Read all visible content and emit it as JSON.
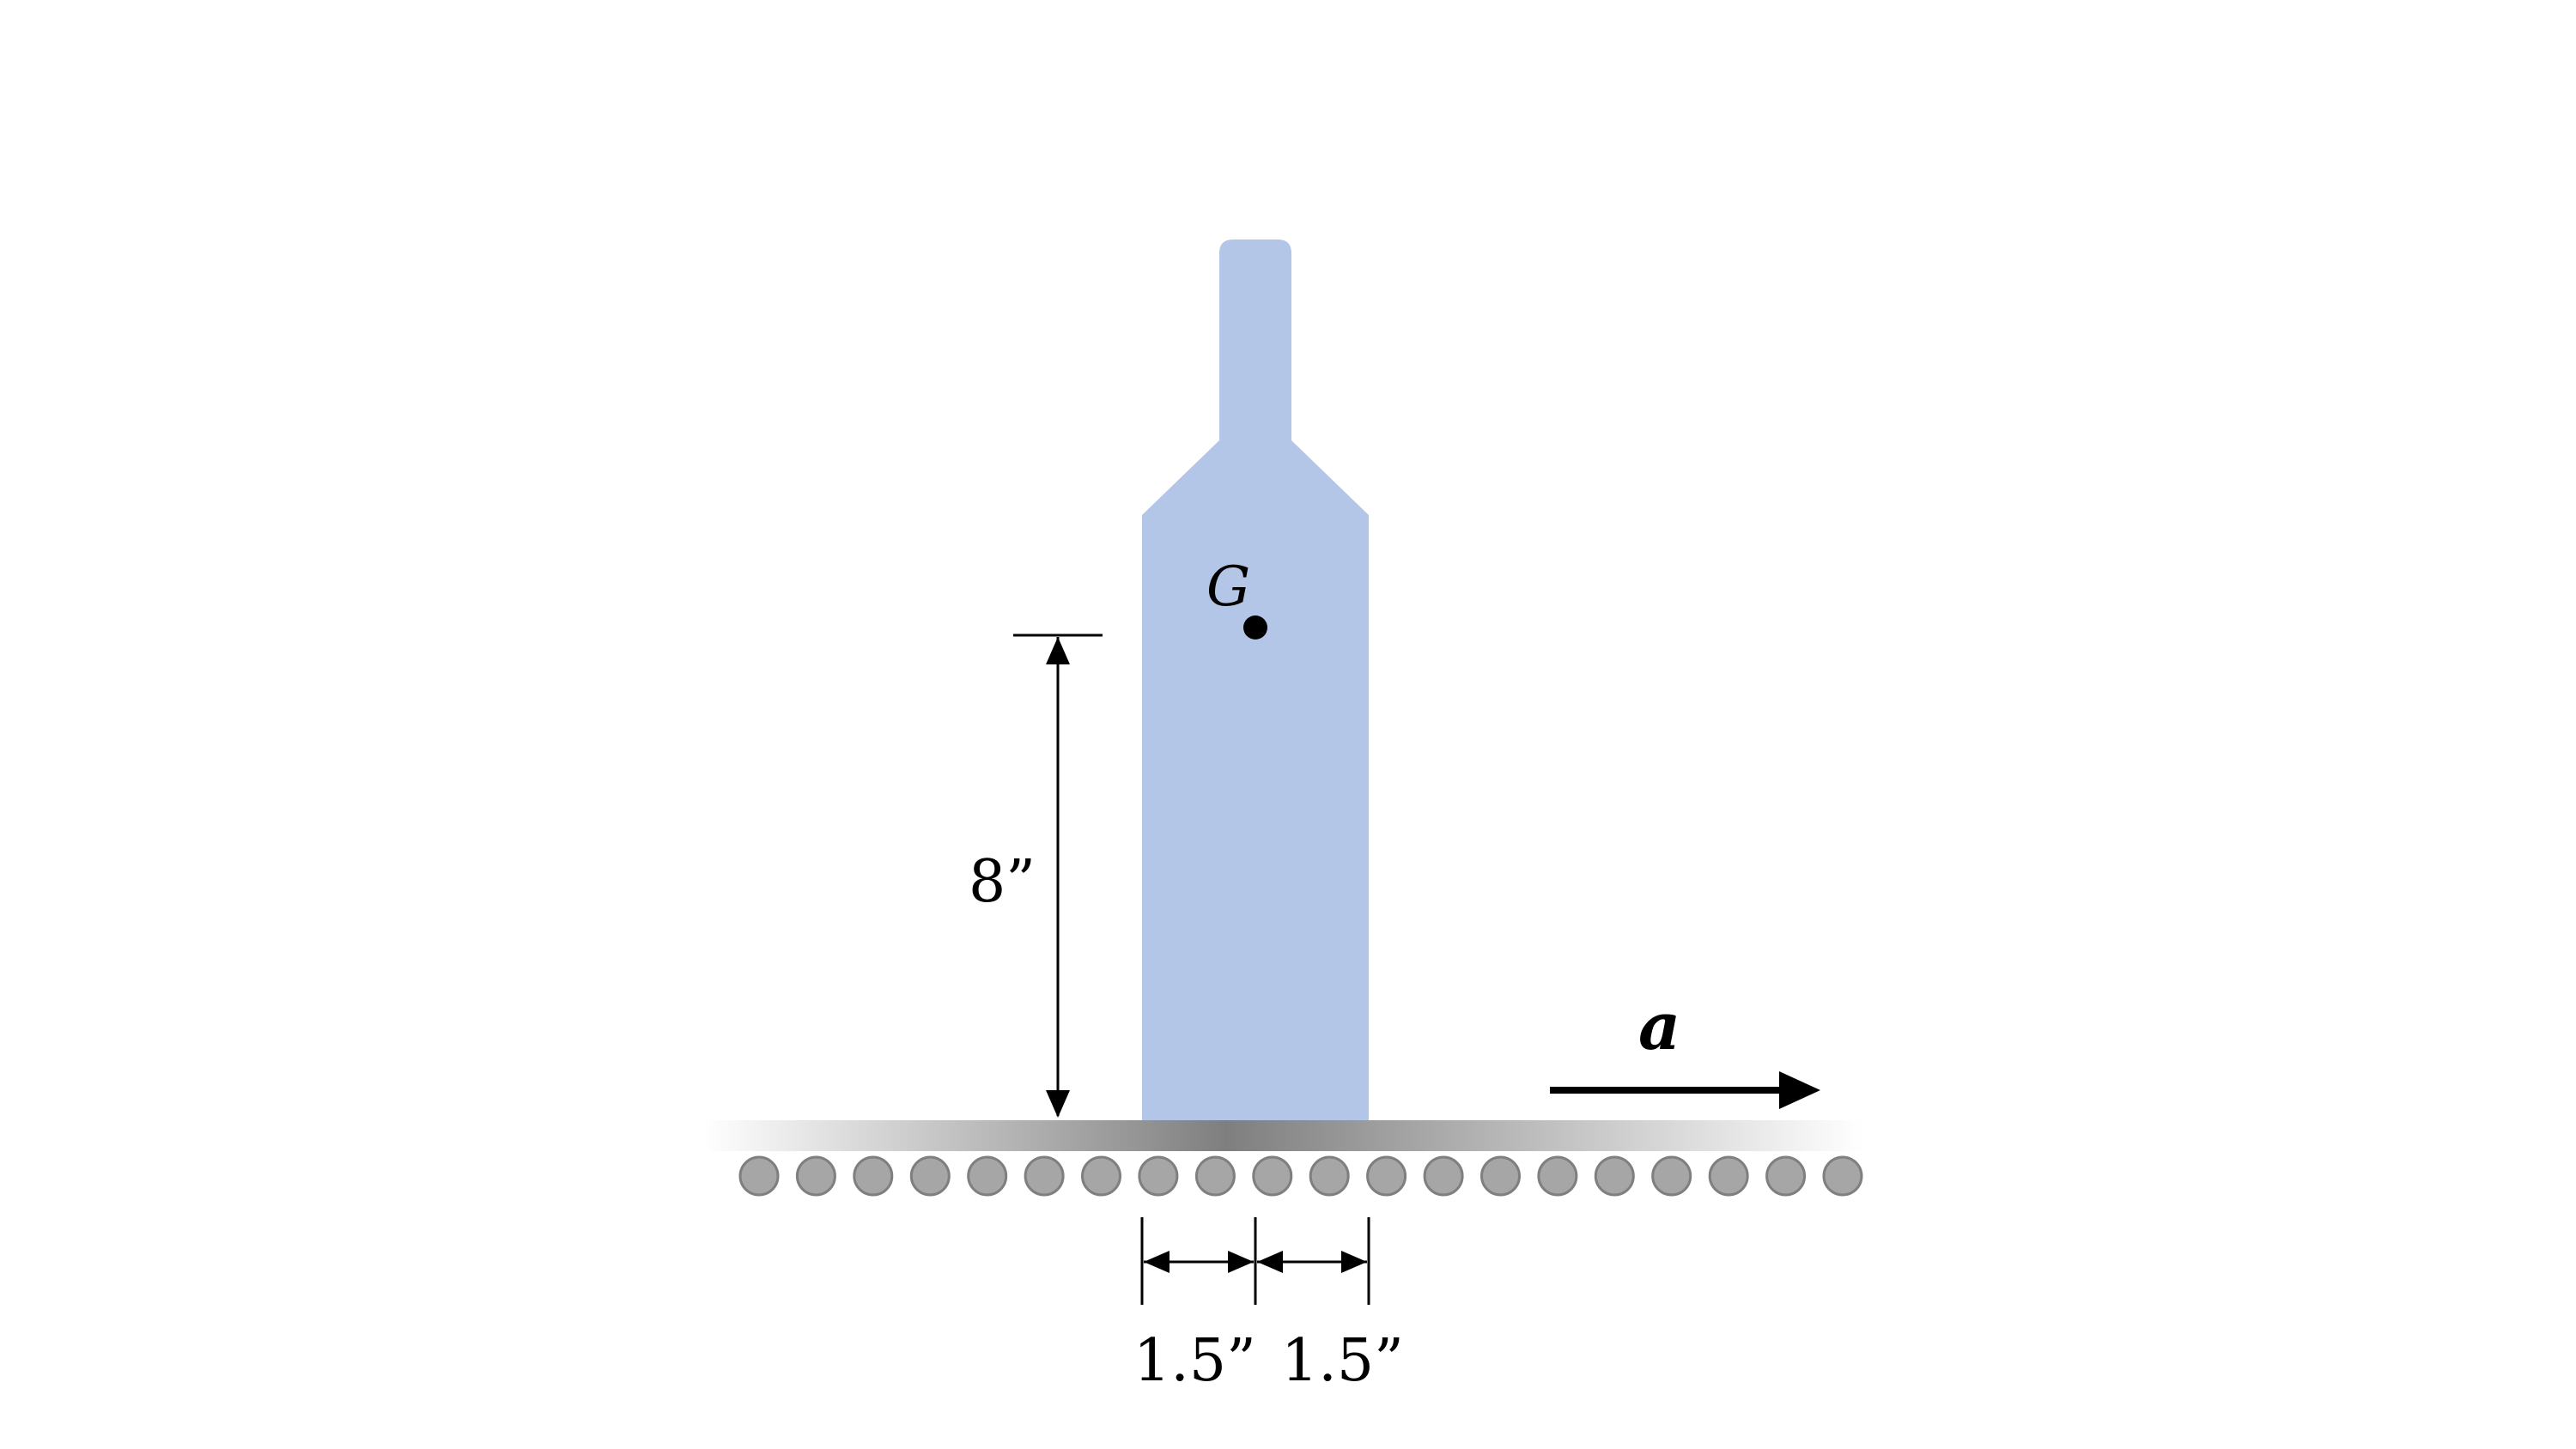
{
  "diagram": {
    "cg_label": "G",
    "acceleration_label": "a",
    "height_dimension_label": "8”",
    "half_width_left_label": "1.5”",
    "half_width_right_label": "1.5”",
    "colors": {
      "bottle_fill": "#b4c6e7",
      "roller_fill": "#a6a6a6",
      "roller_stroke": "#7f7f7f",
      "belt_dark": "#7f7f7f",
      "line": "#000000"
    },
    "roller_count": 20
  }
}
